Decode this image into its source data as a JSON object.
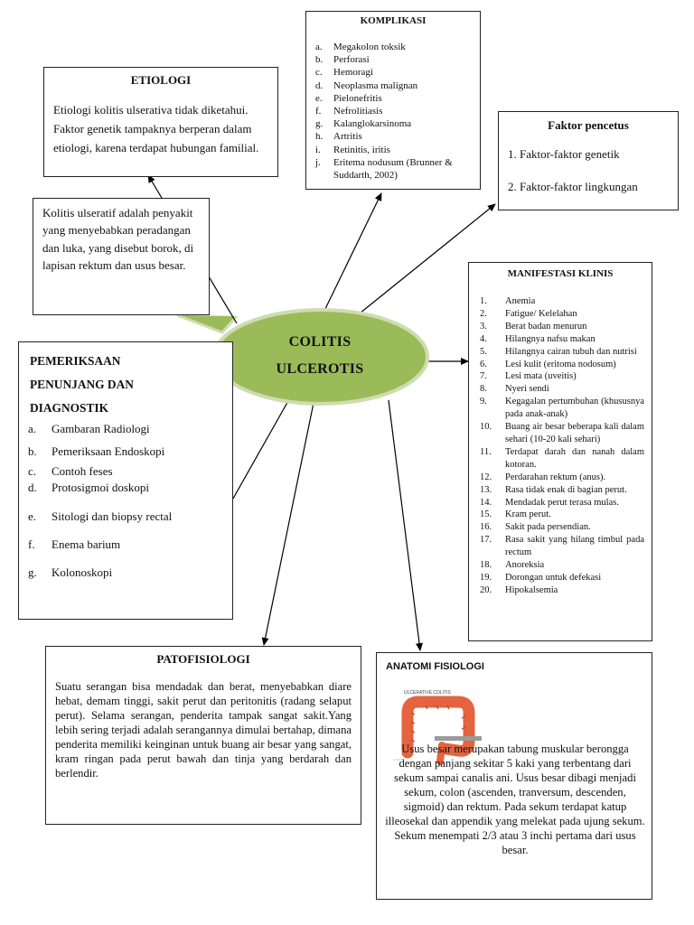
{
  "center": {
    "line1": "COLITIS",
    "line2": "ULCEROTIS"
  },
  "komplikasi": {
    "title": "KOMPLIKASI",
    "items": [
      {
        "marker": "a.",
        "text": "Megakolon toksik"
      },
      {
        "marker": "b.",
        "text": "Perforasi"
      },
      {
        "marker": "c.",
        "text": "Hemoragi"
      },
      {
        "marker": "d.",
        "text": "Neoplasma malignan"
      },
      {
        "marker": "e.",
        "text": "Pielonefritis"
      },
      {
        "marker": "f.",
        "text": "Nefrolitiasis"
      },
      {
        "marker": "g.",
        "text": "Kalanglokarsinoma"
      },
      {
        "marker": "h.",
        "text": "Artritis"
      },
      {
        "marker": "i.",
        "text": "Retinitis, iritis"
      },
      {
        "marker": "j.",
        "text": "Eritema    nodusum (Brunner & Suddarth, 2002)"
      }
    ]
  },
  "etiologi": {
    "title": "ETIOLOGI",
    "text": "Etiologi kolitis ulserativa tidak diketahui. Faktor genetik tampaknya berperan dalam etiologi, karena terdapat hubungan familial."
  },
  "faktor_pencetus": {
    "title": "Faktor pencetus",
    "items": [
      "1. Faktor-faktor genetik",
      "2. Faktor-faktor lingkungan"
    ]
  },
  "definisi": {
    "text": "Kolitis ulseratif adalah penyakit yang menyebabkan peradangan dan luka, yang disebut borok, di lapisan rektum dan usus besar."
  },
  "pemeriksaan": {
    "title_line1": "PEMERIKSAAN",
    "title_line2": "PENUNJANG DAN",
    "title_line3": "DIAGNOSTIK",
    "items": [
      {
        "marker": "a.",
        "text": "Gambaran Radiologi"
      },
      {
        "marker": "b.",
        "text": "Pemeriksaan Endoskopi"
      },
      {
        "marker": "c.",
        "text": "Contoh feses"
      },
      {
        "marker": "d.",
        "text": "Protosigmoi doskopi"
      },
      {
        "marker": "e.",
        "text": "Sitologi dan biopsy rectal"
      },
      {
        "marker": "f.",
        "text": "Enema barium"
      },
      {
        "marker": "g.",
        "text": "Kolonoskopi"
      }
    ]
  },
  "manifestasi": {
    "title": "MANIFESTASI KLINIS",
    "items": [
      {
        "marker": "1.",
        "text": "Anemia"
      },
      {
        "marker": "2.",
        "text": "Fatigue/ Kelelahan"
      },
      {
        "marker": "3.",
        "text": "Berat badan menurun"
      },
      {
        "marker": "4.",
        "text": "Hilangnya nafsu makan"
      },
      {
        "marker": "5.",
        "text": "Hilangnya cairan tubuh dan nutrisi"
      },
      {
        "marker": "6.",
        "text": "Lesi kulit (eritoma nodosum)"
      },
      {
        "marker": "7.",
        "text": "Lesi mata (uveitis)"
      },
      {
        "marker": "8.",
        "text": "Nyeri sendi"
      },
      {
        "marker": "9.",
        "text": "Kegagalan pertumbuhan (khususnya pada anak-anak)"
      },
      {
        "marker": "10.",
        "text": "Buang air besar beberapa kali dalam sehari (10-20 kali sehari)"
      },
      {
        "marker": "11.",
        "text": "Terdapat darah dan nanah dalam kotoran."
      },
      {
        "marker": "12.",
        "text": "Perdarahan rektum (anus)."
      },
      {
        "marker": "13.",
        "text": "Rasa tidak enak di bagian perut."
      },
      {
        "marker": "14.",
        "text": "Mendadak perut terasa mulas."
      },
      {
        "marker": "15.",
        "text": "Kram perut."
      },
      {
        "marker": "16.",
        "text": "Sakit pada persendian."
      },
      {
        "marker": "17.",
        "text": "Rasa sakit yang hilang timbul pada rectum"
      },
      {
        "marker": "18.",
        "text": "Anoreksia"
      },
      {
        "marker": "19.",
        "text": "Dorongan untuk defekasi"
      },
      {
        "marker": "20.",
        "text": "Hipokalsemia"
      }
    ]
  },
  "patofisiologi": {
    "title": "PATOFISIOLOGI",
    "text": "Suatu serangan bisa mendadak dan berat, menyebabkan diare hebat, demam tinggi, sakit perut dan peritonitis (radang selaput perut). Selama serangan, penderita tampak sangat sakit.Yang lebih sering terjadi adalah serangannya dimulai bertahap, dimana penderita memiliki keinginan untuk buang air besar yang sangat, kram ringan pada perut bawah dan tinja yang berdarah dan berlendir."
  },
  "anatomi": {
    "title": "ANATOMI FISIOLOGI",
    "image_caption": "ULCERATIVE COLITIS",
    "text": "Usus besar merupakan tabung muskular berongga dengan panjang sekitar 5 kaki yang terbentang dari sekum sampai canalis ani. Usus besar dibagi menjadi sekum, colon (ascenden, tranversum, descenden, sigmoid) dan rektum. Pada sekum terdapat katup illeosekal dan appendik yang melekat pada ujung sekum. Sekum menempati 2/3 atau 3 inchi pertama dari usus besar."
  },
  "colors": {
    "ellipse_fill": "#9bbb59",
    "ellipse_stroke": "#cfdcb0",
    "line": "#000000",
    "colon_fill": "#e3643f"
  }
}
